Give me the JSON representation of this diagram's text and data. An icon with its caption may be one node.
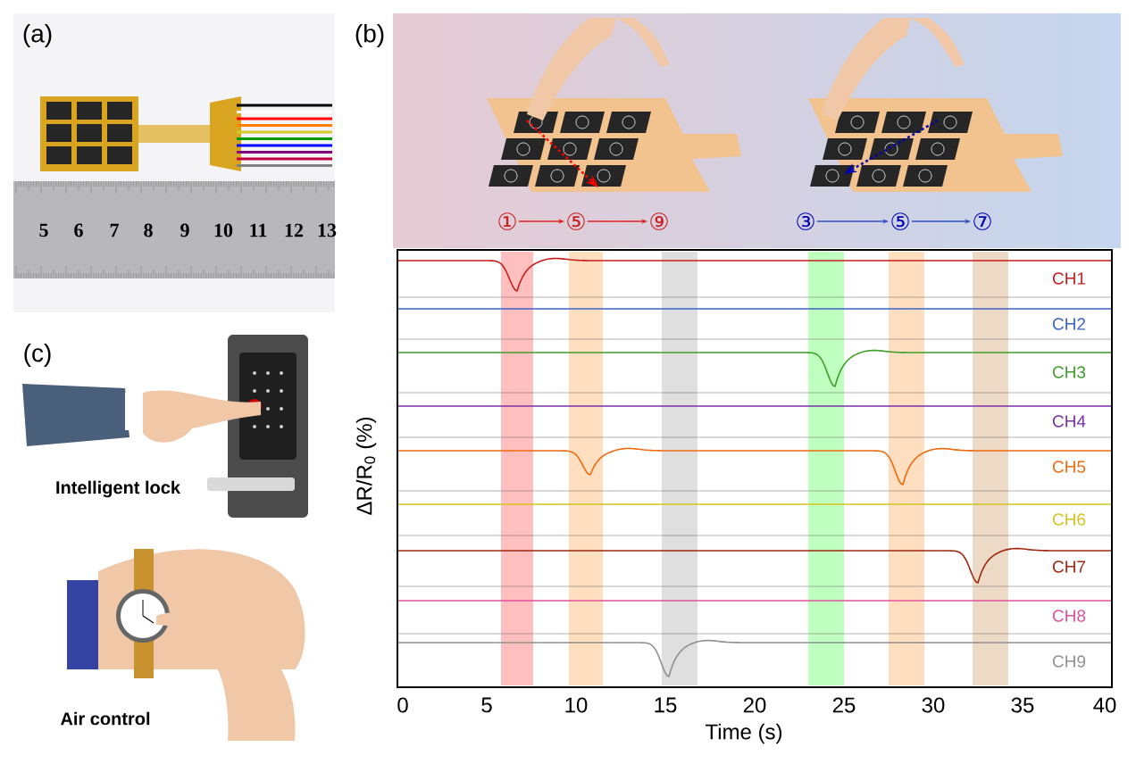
{
  "diagram": {
    "nodes": [
      {
        "text": [
          "①"
        ]
      },
      {
        "text": [
          "⑤"
        ]
      },
      {
        "text": [
          "⑨"
        ]
      },
      {
        "text": [
          "③"
        ]
      },
      {
        "text": [
          "⑤"
        ]
      },
      {
        "text": [
          "⑦"
        ]
      }
    ],
    "edges": [
      {
        "from": 0,
        "to": 1,
        "arrow": "to",
        "color": "#e02020"
      },
      {
        "from": 1,
        "to": 2,
        "arrow": "to",
        "color": "#e02020"
      },
      {
        "from": 3,
        "to": 4,
        "arrow": "to",
        "color": "#3050c0"
      },
      {
        "from": 4,
        "to": 5,
        "arrow": "to",
        "color": "#3050c0"
      }
    ],
    "labels": [
      "(a)",
      "5",
      "6",
      "7",
      "8",
      "9",
      "10",
      "11",
      "12",
      "13",
      "(b)",
      "(c)",
      "Intelligent lock",
      "Air control",
      "ΔR/R$_{0}$ (%)",
      "CH1",
      "CH2",
      "CH3",
      "CH4",
      "CH5",
      "CH6",
      "CH7",
      "CH8",
      "CH9",
      "0",
      "5",
      "10",
      "15",
      "20",
      "25",
      "30",
      "35",
      "40",
      "Time (s)"
    ]
  }
}
